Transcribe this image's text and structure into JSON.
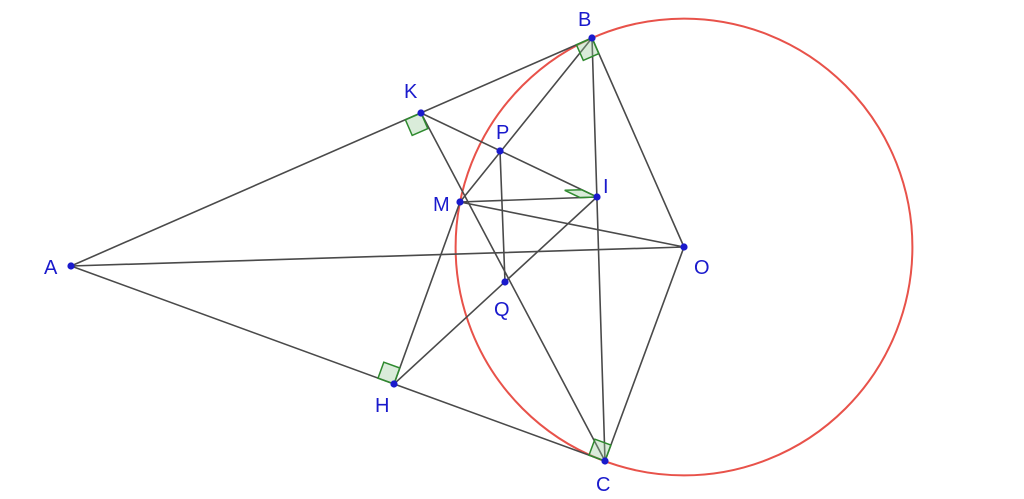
{
  "diagram": {
    "colors": {
      "segment": "#4a4a4a",
      "circle": "#e8524a",
      "point": "#1a1acc",
      "label": "#1a1acc",
      "right_angle_stroke": "#2f8a2f"
    },
    "points": [
      {
        "id": "A",
        "label": "A"
      },
      {
        "id": "B",
        "label": "B"
      },
      {
        "id": "C",
        "label": "C"
      },
      {
        "id": "O",
        "label": "O"
      },
      {
        "id": "K",
        "label": "K"
      },
      {
        "id": "H",
        "label": "H"
      },
      {
        "id": "M",
        "label": "M"
      },
      {
        "id": "P",
        "label": "P"
      },
      {
        "id": "I",
        "label": "I"
      },
      {
        "id": "Q",
        "label": "Q"
      }
    ],
    "segments": [
      [
        "A",
        "B"
      ],
      [
        "A",
        "C"
      ],
      [
        "A",
        "O"
      ],
      [
        "B",
        "O"
      ],
      [
        "C",
        "O"
      ],
      [
        "B",
        "C"
      ],
      [
        "B",
        "M"
      ],
      [
        "C",
        "K"
      ],
      [
        "K",
        "I"
      ],
      [
        "M",
        "I"
      ],
      [
        "M",
        "O"
      ],
      [
        "M",
        "H"
      ],
      [
        "P",
        "Q"
      ],
      [
        "H",
        "I"
      ]
    ],
    "circle": {
      "center": "O",
      "through": "B"
    },
    "right_angles": [
      {
        "vertex": "K",
        "arms": [
          "A",
          "M"
        ]
      },
      {
        "vertex": "H",
        "arms": [
          "A",
          "M"
        ]
      },
      {
        "vertex": "I",
        "arms": [
          "K",
          "M"
        ]
      },
      {
        "vertex": "B",
        "arms": [
          "A",
          "O"
        ]
      },
      {
        "vertex": "C",
        "arms": [
          "A",
          "O"
        ]
      }
    ]
  }
}
